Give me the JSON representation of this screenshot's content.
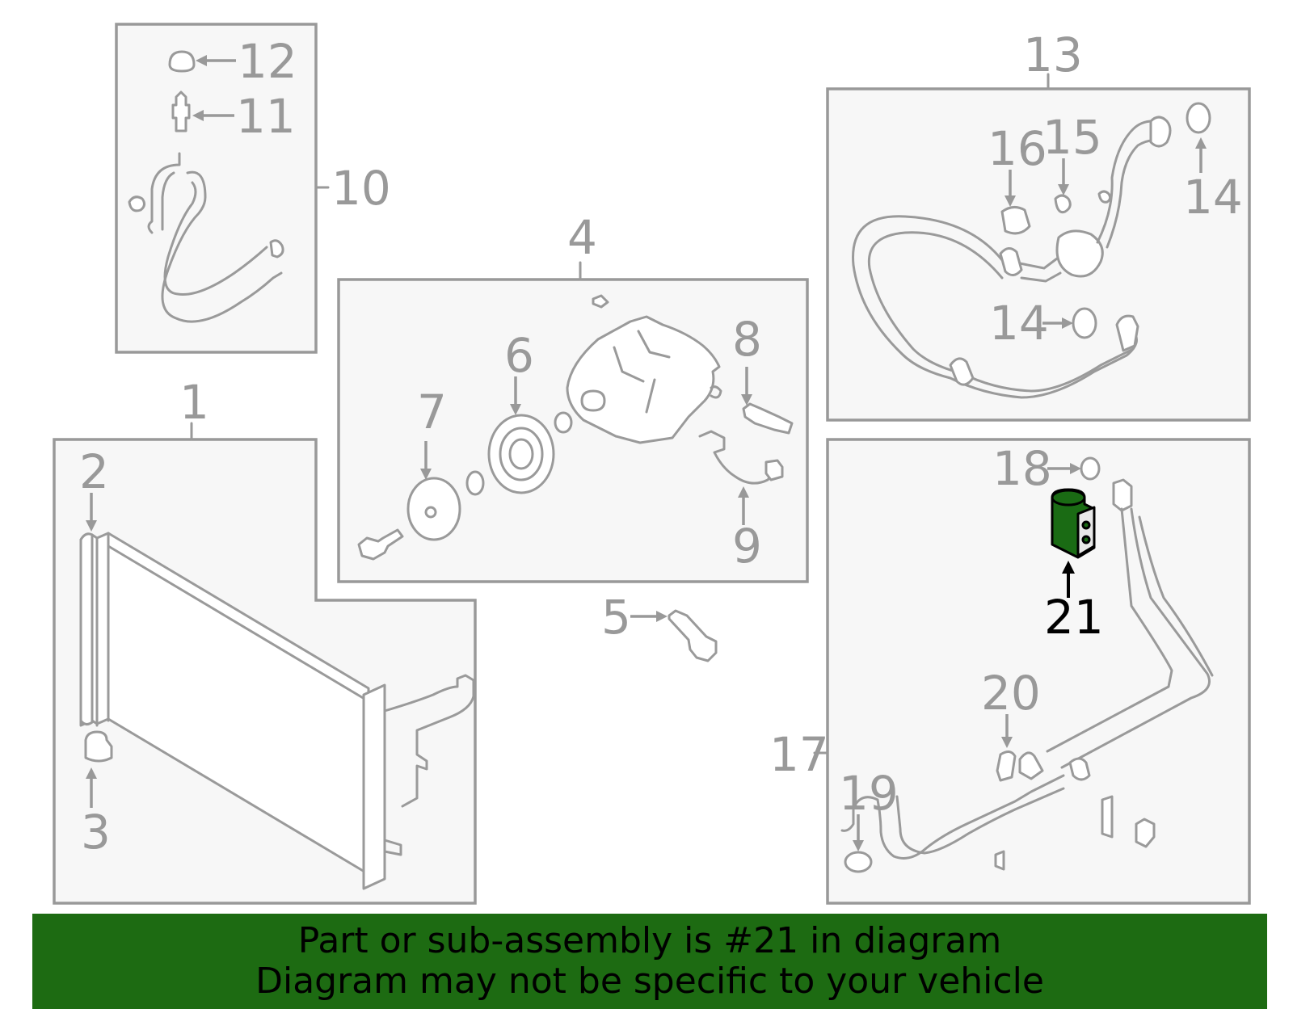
{
  "diagram": {
    "callouts": {
      "c1": "1",
      "c2": "2",
      "c3": "3",
      "c4": "4",
      "c5": "5",
      "c6": "6",
      "c7": "7",
      "c8": "8",
      "c9": "9",
      "c10": "10",
      "c11": "11",
      "c12": "12",
      "c13": "13",
      "c14a": "14",
      "c14b": "14",
      "c15": "15",
      "c16": "16",
      "c17": "17",
      "c18": "18",
      "c19": "19",
      "c20": "20",
      "c21": "21"
    },
    "highlight_color": "#1d6b12",
    "highlighted_part": "21"
  },
  "banner": {
    "line1": "Part or sub-assembly is #21 in diagram",
    "line2": "Diagram may not be specific to your vehicle"
  }
}
